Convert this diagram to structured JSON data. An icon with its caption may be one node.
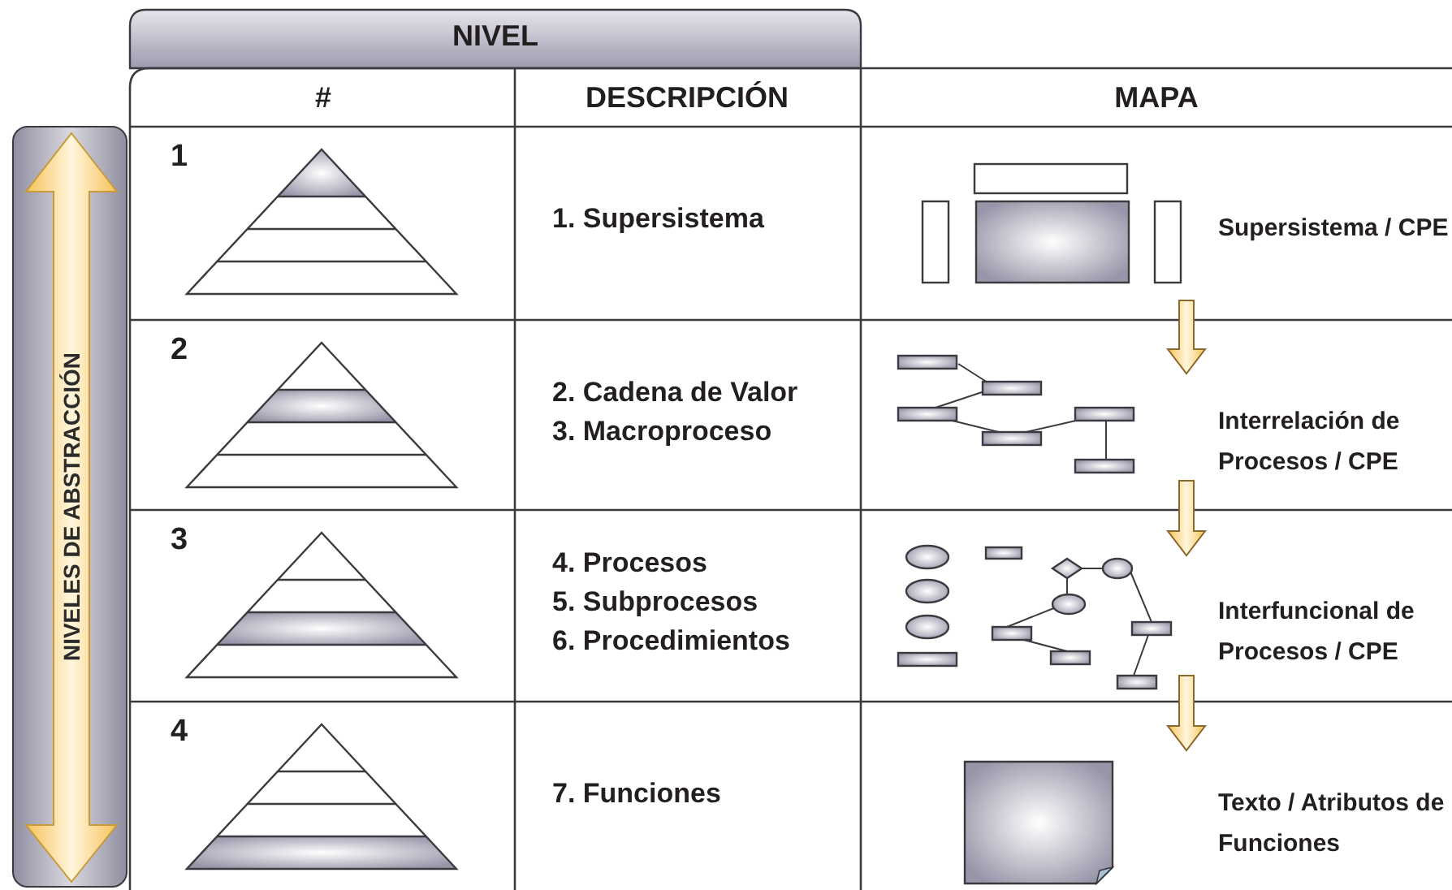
{
  "diagram": {
    "labels": [
      "NIVELES DE ABSTRACCIÓN",
      "NIVEL",
      "#",
      "DESCRIPCIÓN",
      "MAPA",
      "1",
      "1. Supersistema",
      "Supersistema / CPE",
      "2",
      "2. Cadena de Valor",
      "3. Macroproceso",
      "Interrelación de Procesos / CPE",
      "3",
      "4. Procesos",
      "5. Subprocesos",
      "6. Procedimientos",
      "Interfuncional de Procesos / CPE",
      "4",
      "7. Funciones",
      "Texto / Atributos de Funciones"
    ]
  }
}
